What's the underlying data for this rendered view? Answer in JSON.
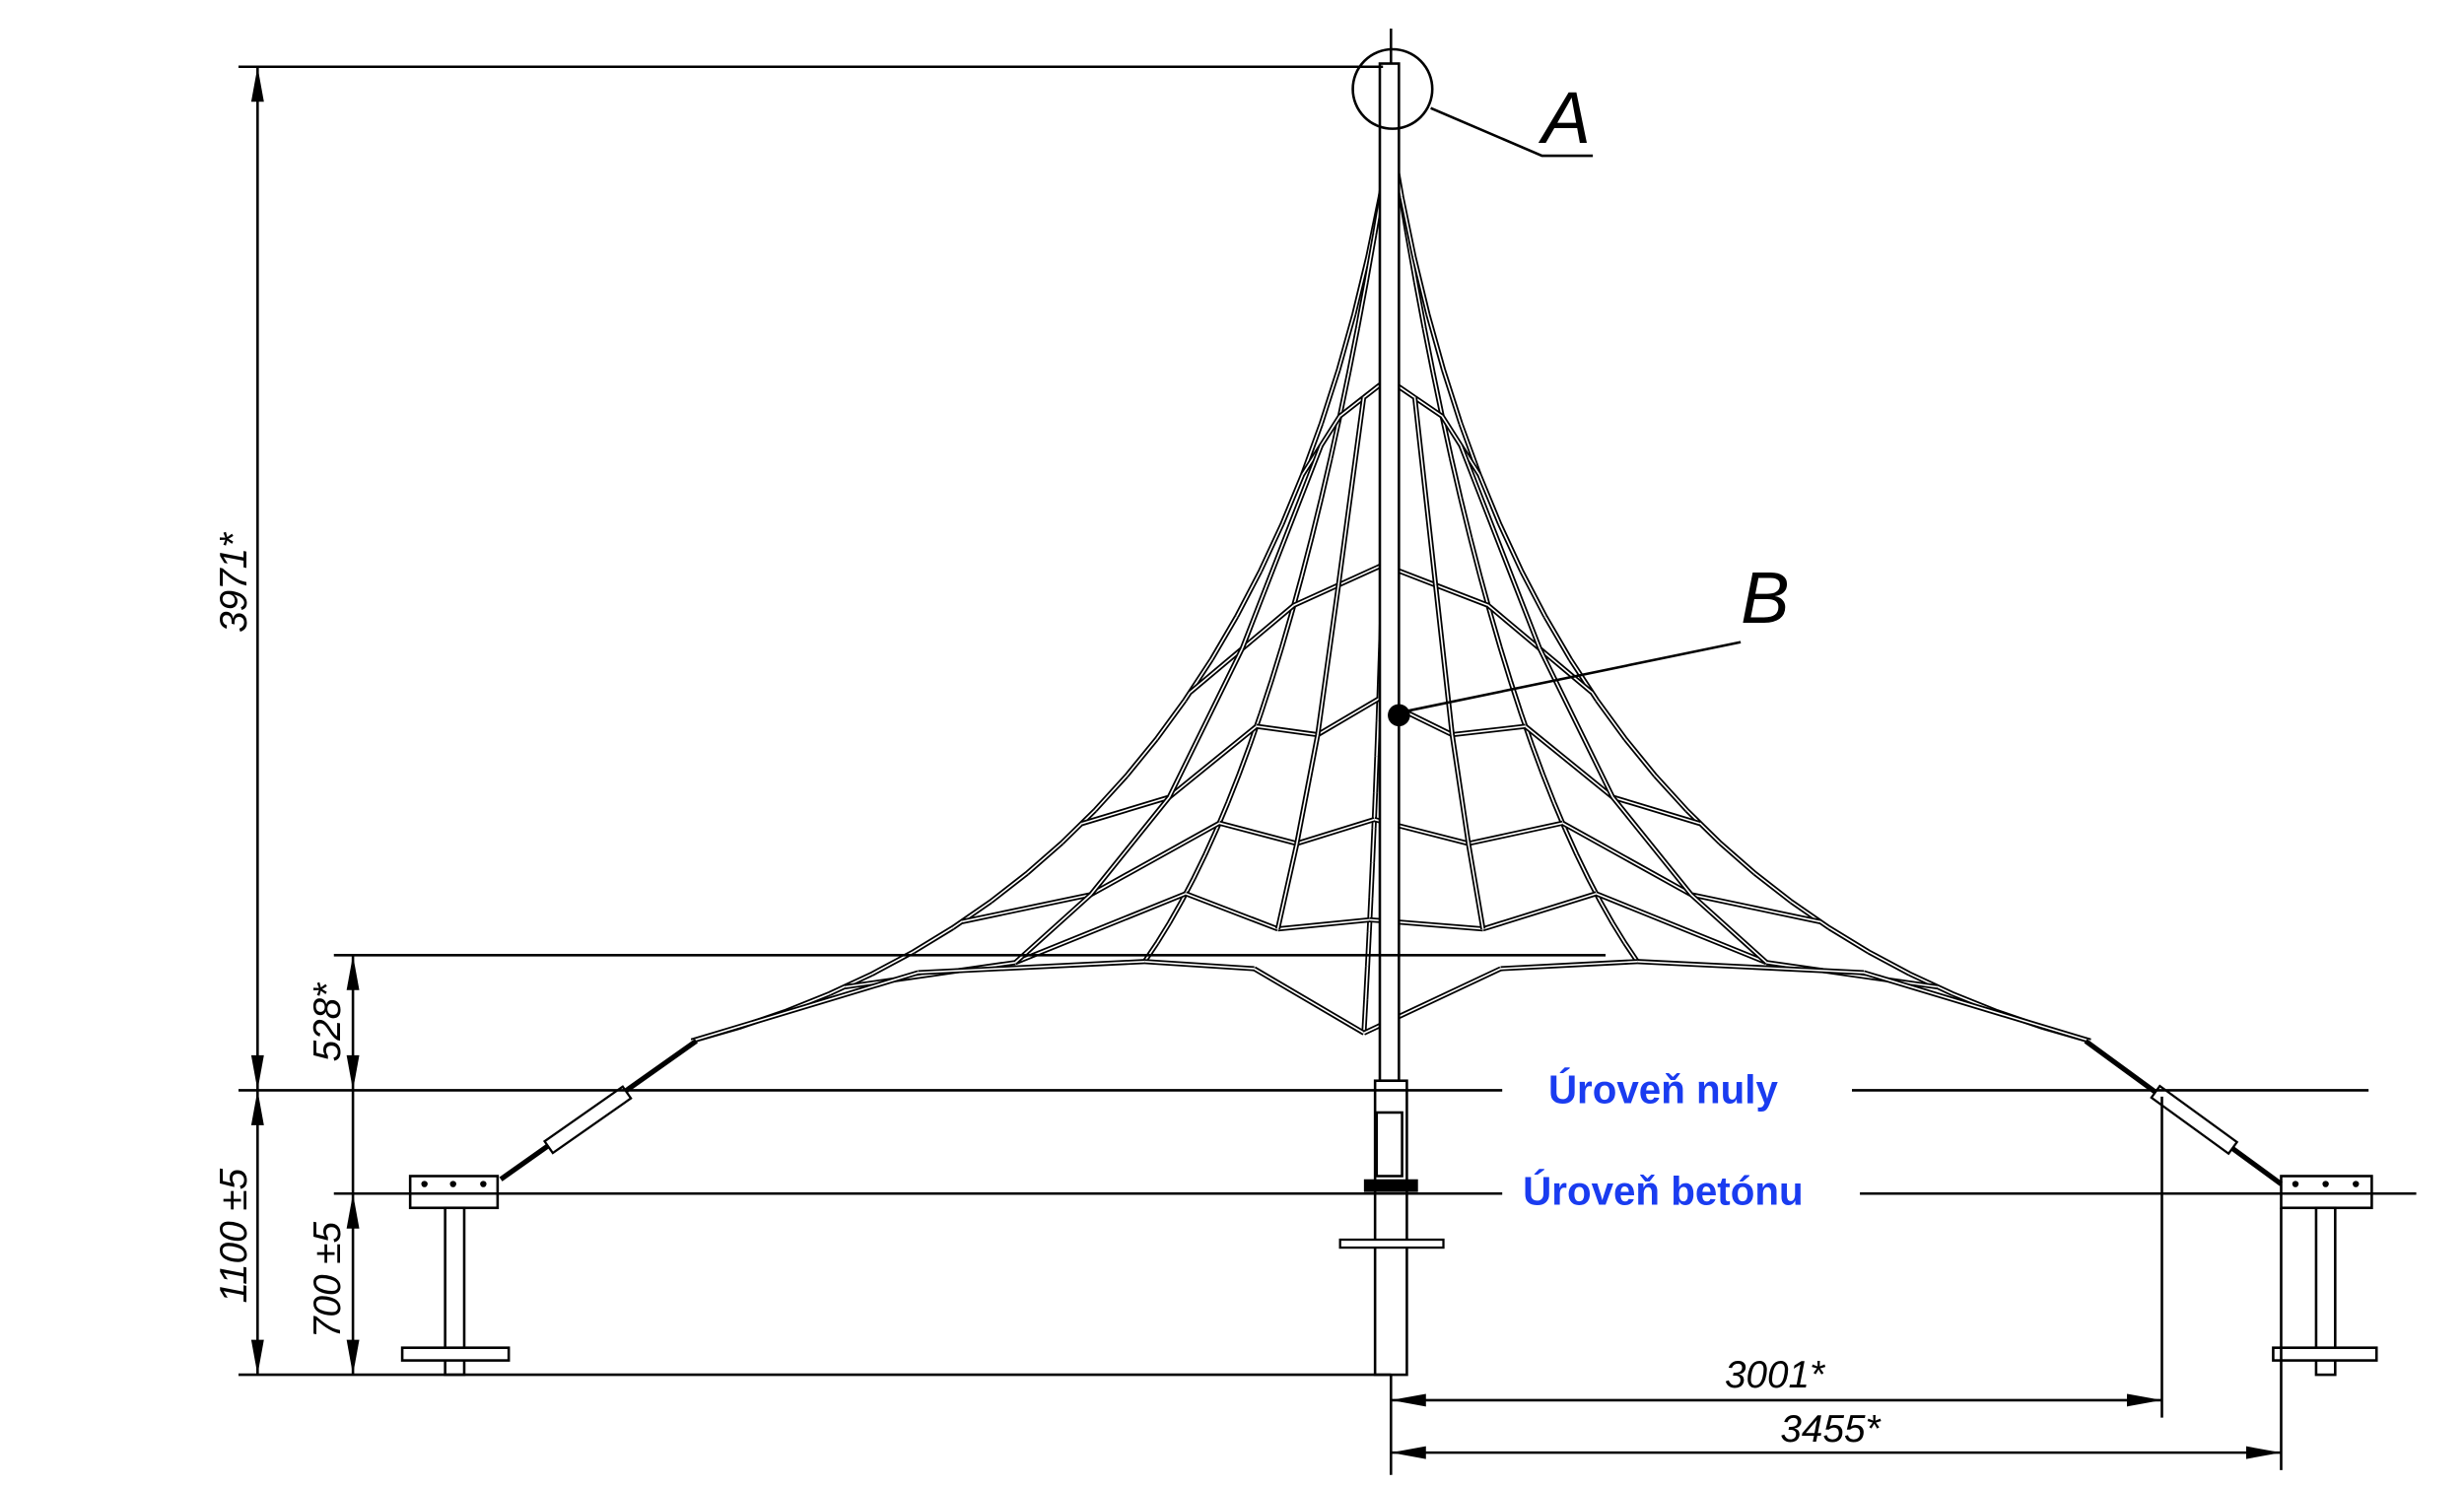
{
  "drawing": {
    "detail_labels": {
      "a": "A",
      "b": "B"
    },
    "levels": {
      "zero": "Úroveň nuly",
      "concrete": "Úroveň betónu"
    },
    "dimensions": {
      "total_height": "3971*",
      "net_bottom": "528*",
      "depth_total": "1100 ±5",
      "depth_concrete": "700 ±5",
      "half_span_net": "3001*",
      "half_span_anchor": "3455*"
    },
    "colors": {
      "level_text": "#1a3cf0",
      "line": "#000000"
    }
  }
}
